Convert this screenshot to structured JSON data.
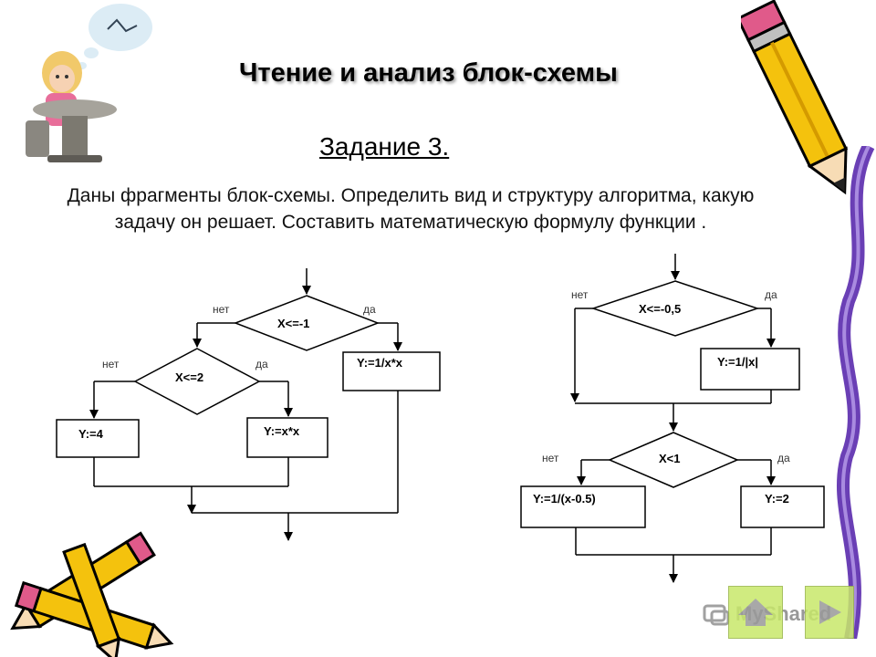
{
  "title": "Чтение и анализ  блок-схемы",
  "task_title": "Задание 3.",
  "description": "Даны фрагменты блок-схемы. Определить вид и структуру алгоритма, какую задачу он решает. Составить математическую формулу функции .",
  "flow1": {
    "cond1": "X<=-1",
    "cond1_no": "нет",
    "cond1_yes": "да",
    "cond2": "X<=2",
    "cond2_no": "нет",
    "cond2_yes": "да",
    "box_y4": "Y:=4",
    "box_yxx": "Y:=x*x",
    "box_y1xx": "Y:=1/x*x"
  },
  "flow2": {
    "cond1": "X<=-0,5",
    "cond1_no": "нет",
    "cond1_yes": "да",
    "box_abs": "Y:=1/|x|",
    "cond2": "X<1",
    "cond2_no": "нет",
    "cond2_yes": "да",
    "box_frac": "Y:=1/(x-0.5)",
    "box_y2": "Y:=2"
  },
  "watermark": "MyShared",
  "colors": {
    "pencil_yellow": "#f4c20d",
    "pencil_pink": "#e05a8a",
    "ribbon_purple": "#6a3fb5",
    "button_green": "#c8e86a"
  }
}
